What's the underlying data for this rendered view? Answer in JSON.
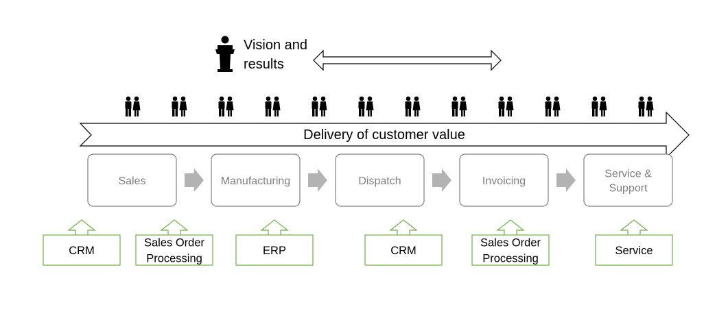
{
  "vision": {
    "line1": "Vision and",
    "line2": "results",
    "icon": "speaker-podium-icon"
  },
  "value_stream": {
    "label": "Delivery of customer value",
    "people_icon": "couple-icon",
    "people_count": 12
  },
  "process_steps": [
    {
      "lines": [
        "Sales"
      ]
    },
    {
      "lines": [
        "Manufacturing"
      ]
    },
    {
      "lines": [
        "Dispatch"
      ]
    },
    {
      "lines": [
        "Invoicing"
      ]
    },
    {
      "lines": [
        "Service &",
        "Support"
      ]
    }
  ],
  "systems": [
    {
      "lines": [
        "CRM"
      ]
    },
    {
      "lines": [
        "Sales Order",
        "Processing"
      ]
    },
    {
      "lines": [
        "ERP"
      ]
    },
    {
      "lines": [
        "CRM"
      ]
    },
    {
      "lines": [
        "Sales Order",
        "Processing"
      ]
    },
    {
      "lines": [
        "Service"
      ]
    }
  ],
  "colors": {
    "step_border": "#7f7f7f",
    "step_text": "#7f7f7f",
    "flow_arrow": "#b3b3b3",
    "system_border": "#70ad47",
    "text": "#000000"
  }
}
